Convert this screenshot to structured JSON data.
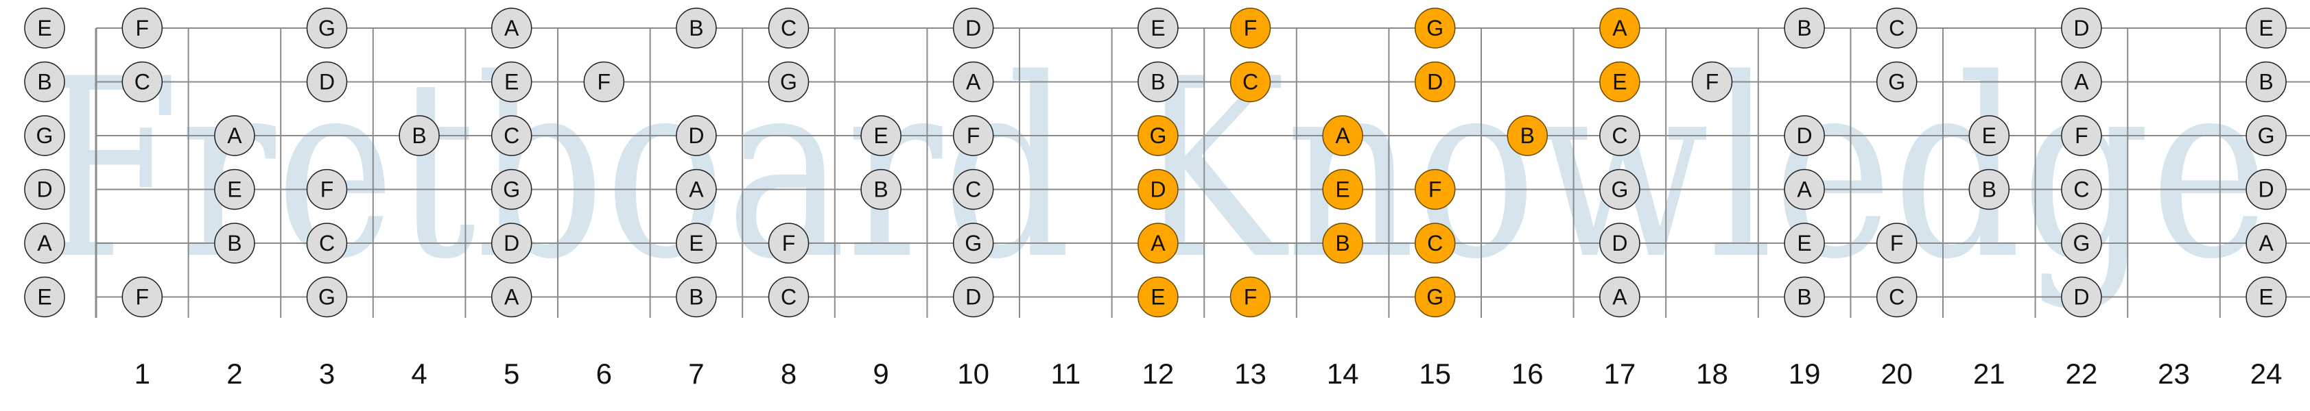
{
  "watermark": "Fretboard Knowledge",
  "colors": {
    "background": "#ffffff",
    "line": "#8a8a8a",
    "note_fill": "#dcdcdc",
    "note_stroke": "#1f1f1f",
    "highlight_fill": "#ffa500",
    "highlight_stroke": "#6b4a00",
    "text": "#111111",
    "watermark": "#d6e4ee"
  },
  "frets": 24,
  "fret_numbers": [
    "1",
    "2",
    "3",
    "4",
    "5",
    "6",
    "7",
    "8",
    "9",
    "10",
    "11",
    "12",
    "13",
    "14",
    "15",
    "16",
    "17",
    "18",
    "19",
    "20",
    "21",
    "22",
    "23",
    "24"
  ],
  "open_strings": [
    "E",
    "B",
    "G",
    "D",
    "A",
    "E"
  ],
  "notes": [
    {
      "string": 0,
      "fret": 1,
      "label": "F"
    },
    {
      "string": 0,
      "fret": 3,
      "label": "G"
    },
    {
      "string": 0,
      "fret": 5,
      "label": "A"
    },
    {
      "string": 0,
      "fret": 7,
      "label": "B"
    },
    {
      "string": 0,
      "fret": 8,
      "label": "C"
    },
    {
      "string": 0,
      "fret": 10,
      "label": "D"
    },
    {
      "string": 0,
      "fret": 12,
      "label": "E"
    },
    {
      "string": 0,
      "fret": 13,
      "label": "F",
      "highlight": true
    },
    {
      "string": 0,
      "fret": 15,
      "label": "G",
      "highlight": true
    },
    {
      "string": 0,
      "fret": 17,
      "label": "A",
      "highlight": true
    },
    {
      "string": 0,
      "fret": 19,
      "label": "B"
    },
    {
      "string": 0,
      "fret": 20,
      "label": "C"
    },
    {
      "string": 0,
      "fret": 22,
      "label": "D"
    },
    {
      "string": 0,
      "fret": 24,
      "label": "E"
    },
    {
      "string": 1,
      "fret": 1,
      "label": "C"
    },
    {
      "string": 1,
      "fret": 3,
      "label": "D"
    },
    {
      "string": 1,
      "fret": 5,
      "label": "E"
    },
    {
      "string": 1,
      "fret": 6,
      "label": "F"
    },
    {
      "string": 1,
      "fret": 8,
      "label": "G"
    },
    {
      "string": 1,
      "fret": 10,
      "label": "A"
    },
    {
      "string": 1,
      "fret": 12,
      "label": "B"
    },
    {
      "string": 1,
      "fret": 13,
      "label": "C",
      "highlight": true
    },
    {
      "string": 1,
      "fret": 15,
      "label": "D",
      "highlight": true
    },
    {
      "string": 1,
      "fret": 17,
      "label": "E",
      "highlight": true
    },
    {
      "string": 1,
      "fret": 18,
      "label": "F"
    },
    {
      "string": 1,
      "fret": 20,
      "label": "G"
    },
    {
      "string": 1,
      "fret": 22,
      "label": "A"
    },
    {
      "string": 1,
      "fret": 24,
      "label": "B"
    },
    {
      "string": 2,
      "fret": 2,
      "label": "A"
    },
    {
      "string": 2,
      "fret": 4,
      "label": "B"
    },
    {
      "string": 2,
      "fret": 5,
      "label": "C"
    },
    {
      "string": 2,
      "fret": 7,
      "label": "D"
    },
    {
      "string": 2,
      "fret": 9,
      "label": "E"
    },
    {
      "string": 2,
      "fret": 10,
      "label": "F"
    },
    {
      "string": 2,
      "fret": 12,
      "label": "G",
      "highlight": true
    },
    {
      "string": 2,
      "fret": 14,
      "label": "A",
      "highlight": true
    },
    {
      "string": 2,
      "fret": 16,
      "label": "B",
      "highlight": true
    },
    {
      "string": 2,
      "fret": 17,
      "label": "C"
    },
    {
      "string": 2,
      "fret": 19,
      "label": "D"
    },
    {
      "string": 2,
      "fret": 21,
      "label": "E"
    },
    {
      "string": 2,
      "fret": 22,
      "label": "F"
    },
    {
      "string": 2,
      "fret": 24,
      "label": "G"
    },
    {
      "string": 3,
      "fret": 2,
      "label": "E"
    },
    {
      "string": 3,
      "fret": 3,
      "label": "F"
    },
    {
      "string": 3,
      "fret": 5,
      "label": "G"
    },
    {
      "string": 3,
      "fret": 7,
      "label": "A"
    },
    {
      "string": 3,
      "fret": 9,
      "label": "B"
    },
    {
      "string": 3,
      "fret": 10,
      "label": "C"
    },
    {
      "string": 3,
      "fret": 12,
      "label": "D",
      "highlight": true
    },
    {
      "string": 3,
      "fret": 14,
      "label": "E",
      "highlight": true
    },
    {
      "string": 3,
      "fret": 15,
      "label": "F",
      "highlight": true
    },
    {
      "string": 3,
      "fret": 17,
      "label": "G"
    },
    {
      "string": 3,
      "fret": 19,
      "label": "A"
    },
    {
      "string": 3,
      "fret": 21,
      "label": "B"
    },
    {
      "string": 3,
      "fret": 22,
      "label": "C"
    },
    {
      "string": 3,
      "fret": 24,
      "label": "D"
    },
    {
      "string": 4,
      "fret": 2,
      "label": "B"
    },
    {
      "string": 4,
      "fret": 3,
      "label": "C"
    },
    {
      "string": 4,
      "fret": 5,
      "label": "D"
    },
    {
      "string": 4,
      "fret": 7,
      "label": "E"
    },
    {
      "string": 4,
      "fret": 8,
      "label": "F"
    },
    {
      "string": 4,
      "fret": 10,
      "label": "G"
    },
    {
      "string": 4,
      "fret": 12,
      "label": "A",
      "highlight": true
    },
    {
      "string": 4,
      "fret": 14,
      "label": "B",
      "highlight": true
    },
    {
      "string": 4,
      "fret": 15,
      "label": "C",
      "highlight": true
    },
    {
      "string": 4,
      "fret": 17,
      "label": "D"
    },
    {
      "string": 4,
      "fret": 19,
      "label": "E"
    },
    {
      "string": 4,
      "fret": 20,
      "label": "F"
    },
    {
      "string": 4,
      "fret": 22,
      "label": "G"
    },
    {
      "string": 4,
      "fret": 24,
      "label": "A"
    },
    {
      "string": 5,
      "fret": 1,
      "label": "F"
    },
    {
      "string": 5,
      "fret": 3,
      "label": "G"
    },
    {
      "string": 5,
      "fret": 5,
      "label": "A"
    },
    {
      "string": 5,
      "fret": 7,
      "label": "B"
    },
    {
      "string": 5,
      "fret": 8,
      "label": "C"
    },
    {
      "string": 5,
      "fret": 10,
      "label": "D"
    },
    {
      "string": 5,
      "fret": 12,
      "label": "E",
      "highlight": true
    },
    {
      "string": 5,
      "fret": 13,
      "label": "F",
      "highlight": true
    },
    {
      "string": 5,
      "fret": 15,
      "label": "G",
      "highlight": true
    },
    {
      "string": 5,
      "fret": 17,
      "label": "A"
    },
    {
      "string": 5,
      "fret": 19,
      "label": "B"
    },
    {
      "string": 5,
      "fret": 20,
      "label": "C"
    },
    {
      "string": 5,
      "fret": 22,
      "label": "D"
    },
    {
      "string": 5,
      "fret": 24,
      "label": "E"
    }
  ]
}
